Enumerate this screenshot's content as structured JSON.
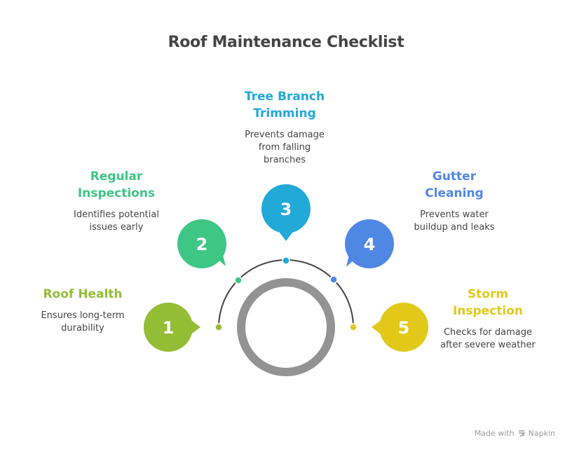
{
  "title": "Roof Maintenance Checklist",
  "items": [
    {
      "number": "1",
      "heading_line1": "Roof Health",
      "heading_line2": "",
      "description_line1": "Ensures long-term",
      "description_line2": "durability",
      "description_line3": "",
      "color": "#93bd34"
    },
    {
      "number": "2",
      "heading_line1": "Regular",
      "heading_line2": "Inspections",
      "description_line1": "Identifies potential",
      "description_line2": "issues early",
      "description_line3": "",
      "color": "#3ec685"
    },
    {
      "number": "3",
      "heading_line1": "Tree Branch",
      "heading_line2": "Trimming",
      "description_line1": "Prevents damage",
      "description_line2": "from falling",
      "description_line3": "branches",
      "color": "#21a9d8"
    },
    {
      "number": "4",
      "heading_line1": "Gutter",
      "heading_line2": "Cleaning",
      "description_line1": "Prevents water",
      "description_line2": "buildup and leaks",
      "description_line3": "",
      "color": "#4f87e4"
    },
    {
      "number": "5",
      "heading_line1": "Storm",
      "heading_line2": "Inspection",
      "description_line1": "Checks for damage",
      "description_line2": "after severe weather",
      "description_line3": "",
      "color": "#e2c919"
    }
  ],
  "center_ring_color": "#939393",
  "arc_color": "#444444",
  "footer": {
    "made_with": "Made with",
    "brand": "Napkin",
    "brand_icon": "napkin-logo-icon"
  }
}
